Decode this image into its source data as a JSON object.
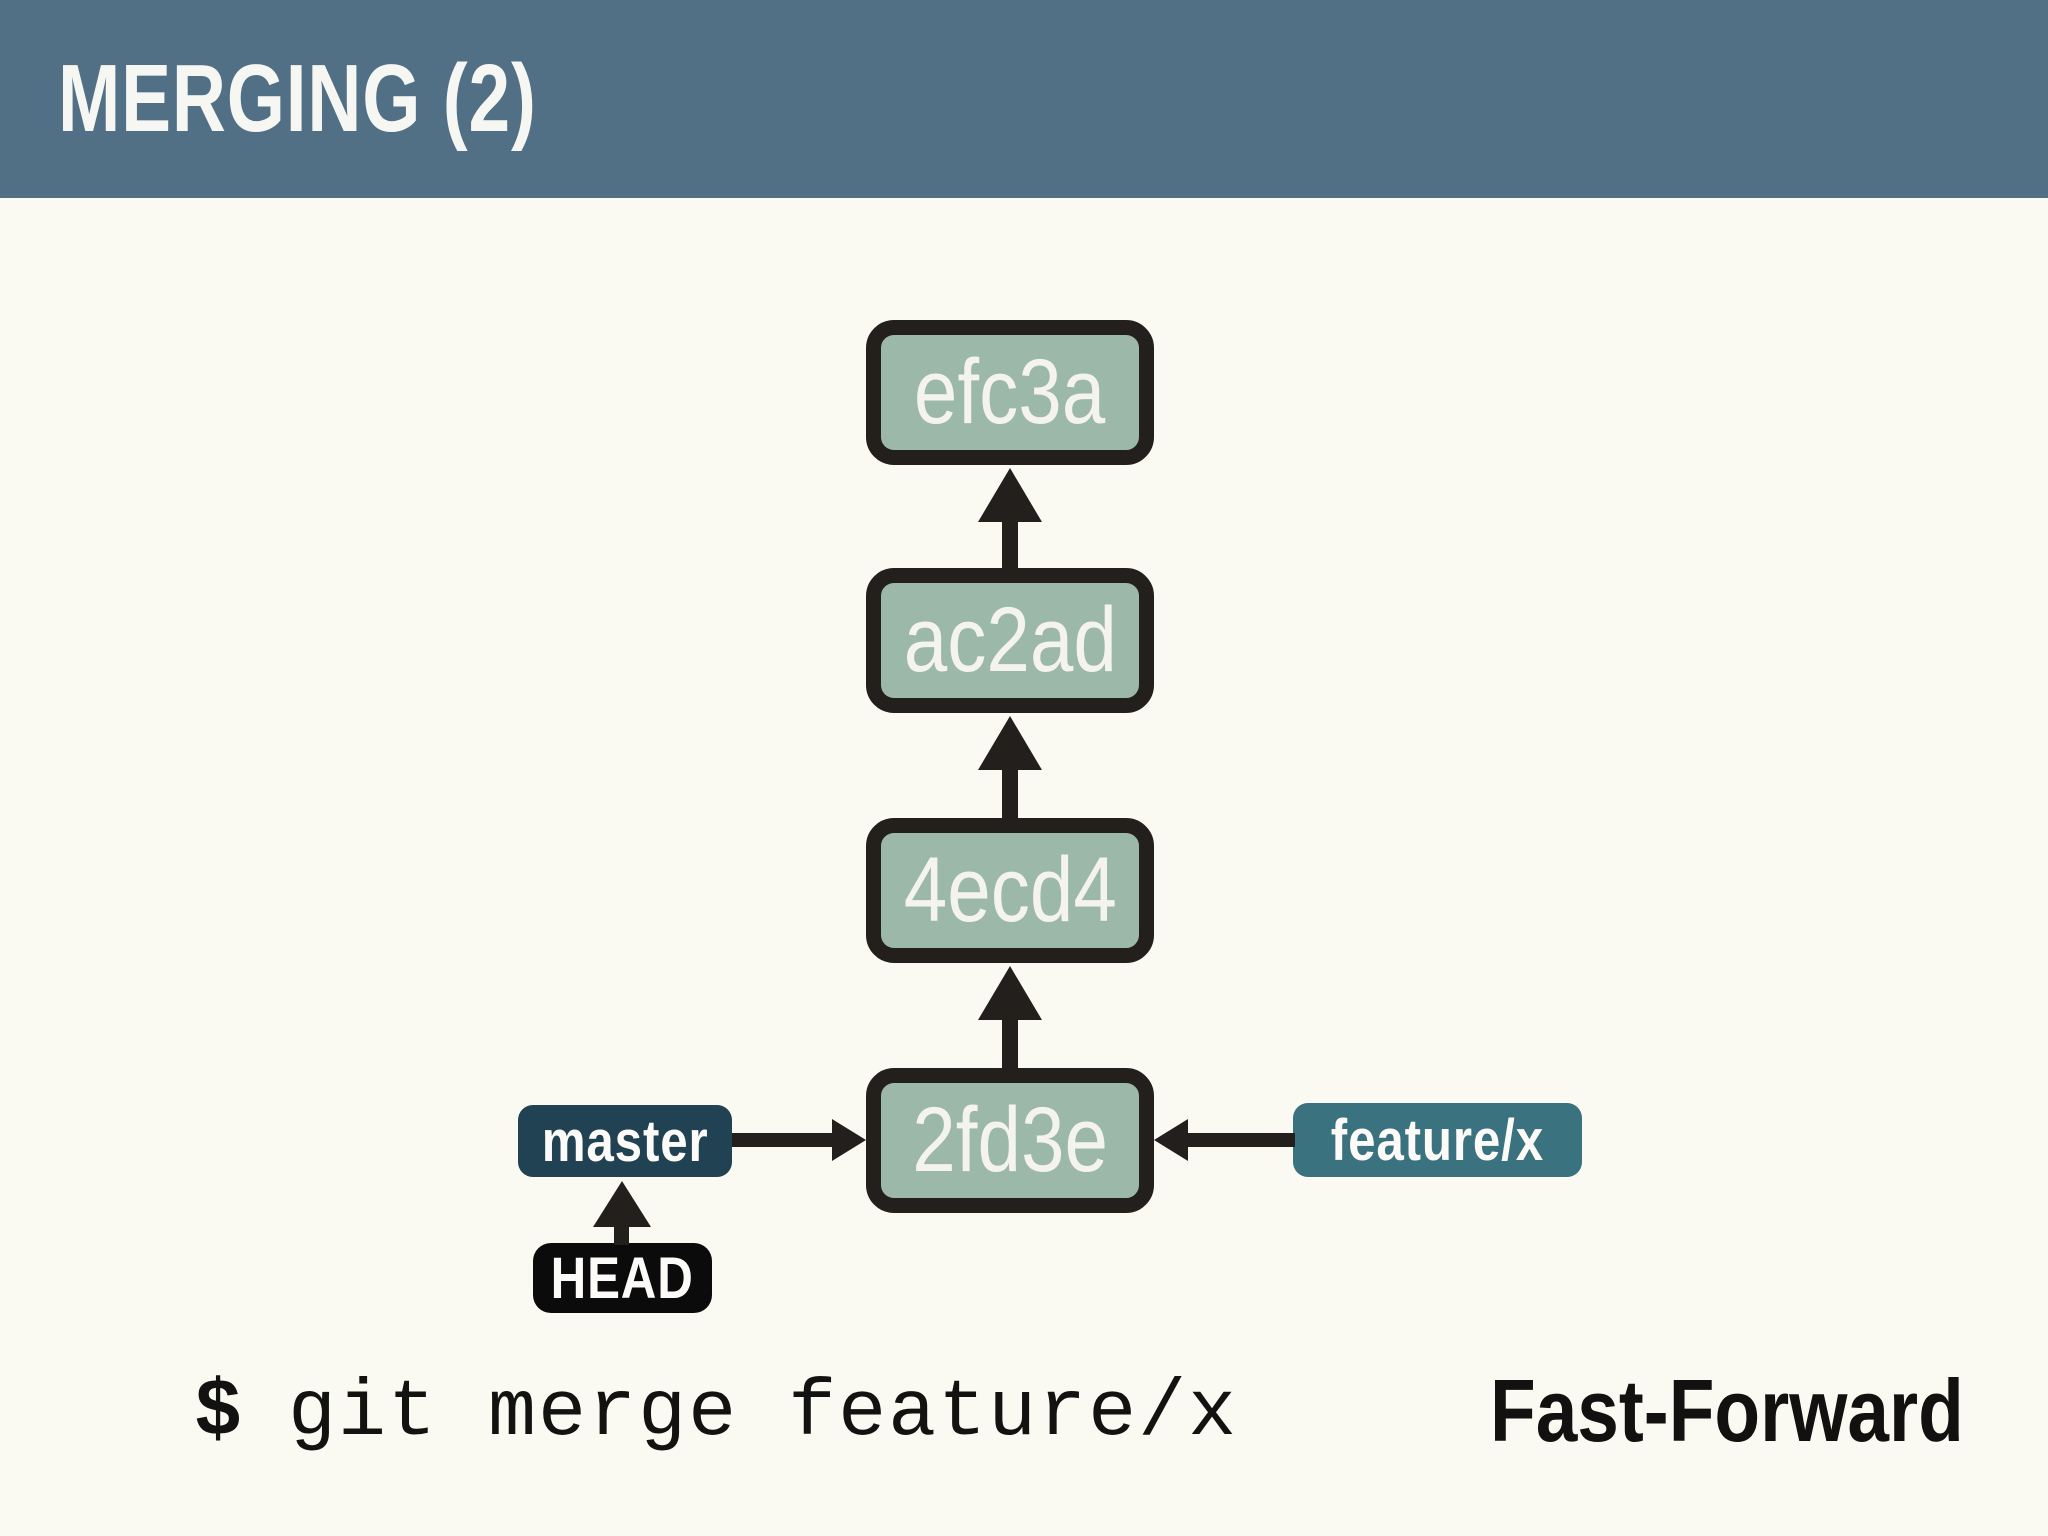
{
  "header": {
    "title": "MERGING (2)"
  },
  "diagram": {
    "commits": [
      {
        "id": "efc3a"
      },
      {
        "id": "ac2ad"
      },
      {
        "id": "4ecd4"
      },
      {
        "id": "2fd3e"
      }
    ],
    "refs": {
      "master": {
        "label": "master"
      },
      "head": {
        "label": "HEAD"
      },
      "feature": {
        "label": "feature/x"
      }
    },
    "arrows": [
      "efc3a <- ac2ad",
      "ac2ad <- 4ecd4",
      "4ecd4 <- 2fd3e",
      "master -> 2fd3e",
      "feature/x -> 2fd3e",
      "HEAD -> master"
    ]
  },
  "terminal": {
    "prompt": "$",
    "command": "git merge feature/x"
  },
  "annotation": {
    "label": "Fast-Forward"
  },
  "colors": {
    "header": "#517086",
    "background": "#fbfaf2",
    "commit_fill": "#9cb8a9",
    "ink": "#221f1c",
    "master_bg": "#214253",
    "feature_bg": "#3a7280",
    "head_bg": "#0b0b0b"
  }
}
